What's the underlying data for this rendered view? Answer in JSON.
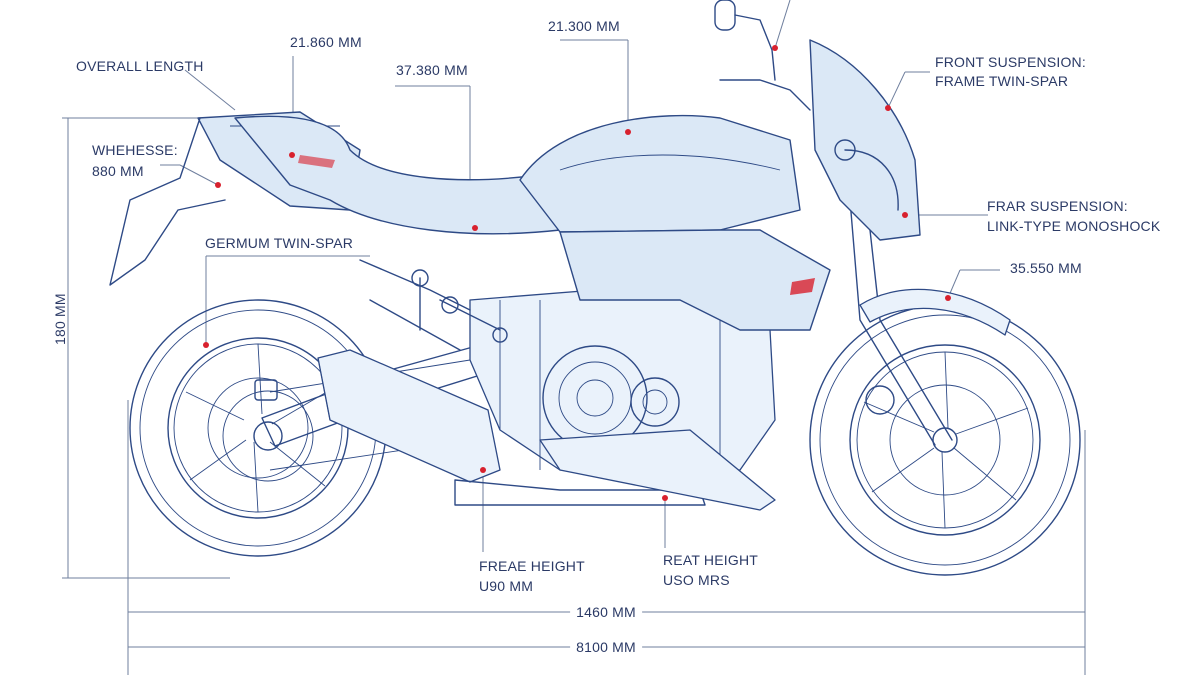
{
  "labels": {
    "overall_length": "OVERALL LENGTH",
    "dim_21860": "21.860 MM",
    "dim_37380": "37.380 MM",
    "dim_21300": "21.300 MM",
    "front_susp_1": "FRONT SUSPENSION:",
    "front_susp_2": "FRAME TWIN-SPAR",
    "wheelbase_1": "WHEHESSE:",
    "wheelbase_2": "880 MM",
    "rear_susp_1": "FRAR SUSPENSION:",
    "rear_susp_2": "LINK-TYPE MONOSHOCK",
    "frame": "GERMUM TWIN-SPAR",
    "dim_35550": "35.550 MM",
    "vertical": "180 MM",
    "freae_height_1": "FREAE HEIGHT",
    "freae_height_2": "U90 MM",
    "reat_height_1": "REAT HEIGHT",
    "reat_height_2": "USO MRS",
    "bottom_1": "1460 MM",
    "bottom_2": "8100 MM"
  },
  "colors": {
    "ink": "#2e4a86",
    "panel": "#dbe8f6",
    "accent": "#d8212e"
  }
}
